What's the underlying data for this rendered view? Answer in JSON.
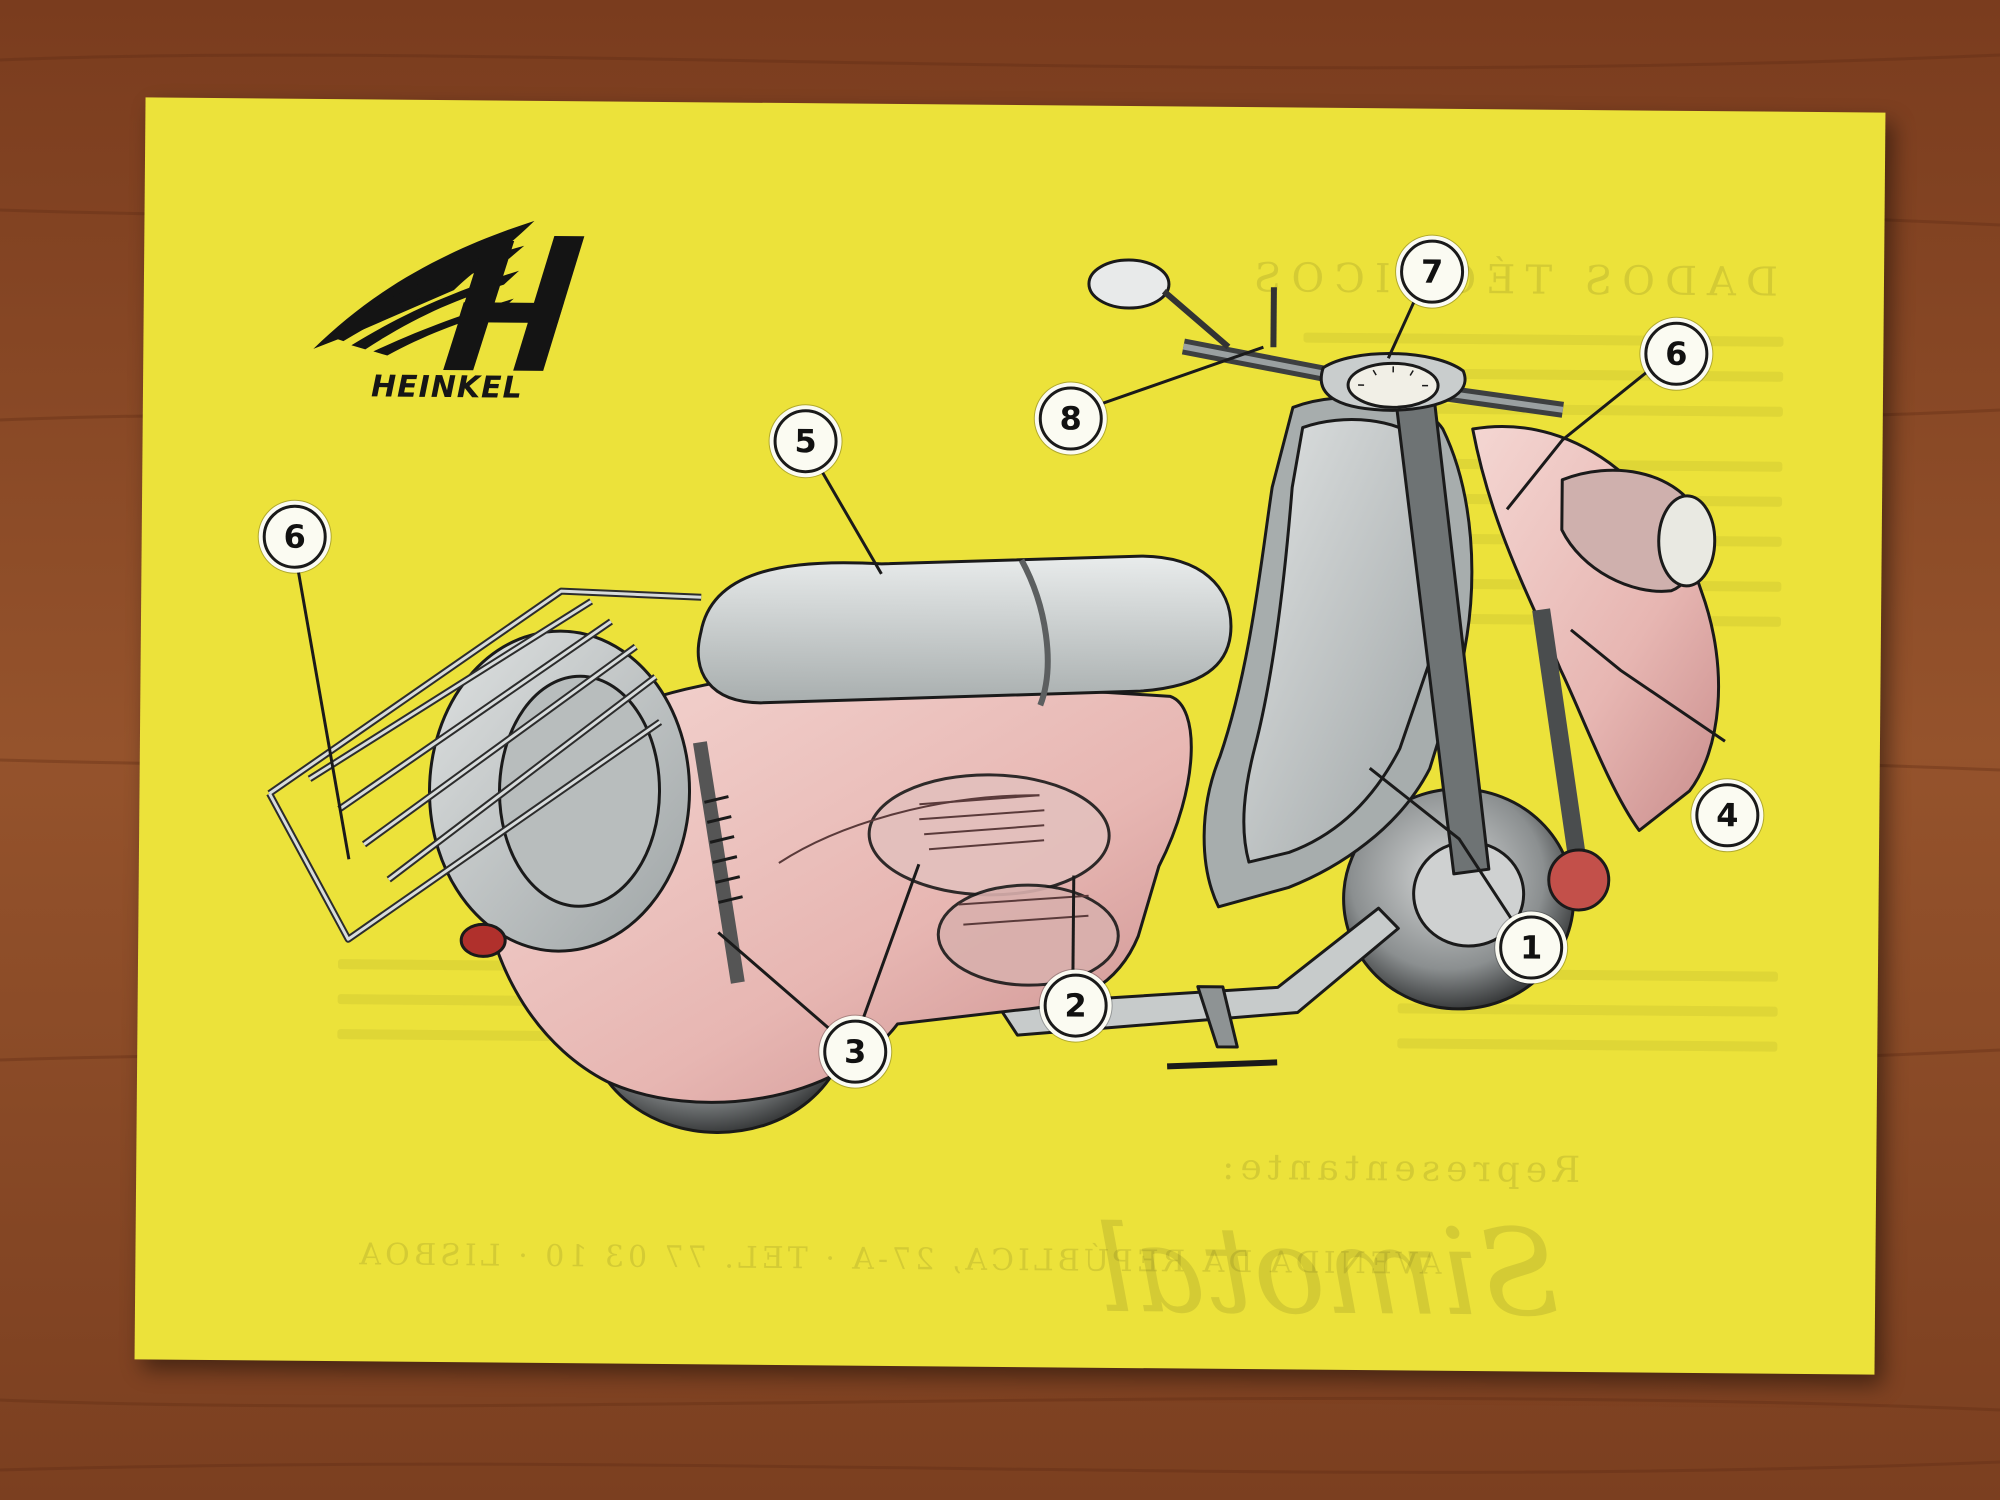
{
  "brand": {
    "logo_name": "heinkel-wing-logo",
    "wordmark": "HEINKEL"
  },
  "callouts": [
    {
      "id": "c1",
      "label": "1"
    },
    {
      "id": "c2",
      "label": "2"
    },
    {
      "id": "c3",
      "label": "3"
    },
    {
      "id": "c4",
      "label": "4"
    },
    {
      "id": "c5",
      "label": "5"
    },
    {
      "id": "c6a",
      "label": "6"
    },
    {
      "id": "c6b",
      "label": "6"
    },
    {
      "id": "c7",
      "label": "7"
    },
    {
      "id": "c8",
      "label": "8"
    }
  ],
  "colors": {
    "paper": "#ece23a",
    "wood": "#8a4a26",
    "body_pink": "#ecc3c0",
    "body_grey": "#b9bfc0",
    "ink": "#1a1a1a"
  }
}
